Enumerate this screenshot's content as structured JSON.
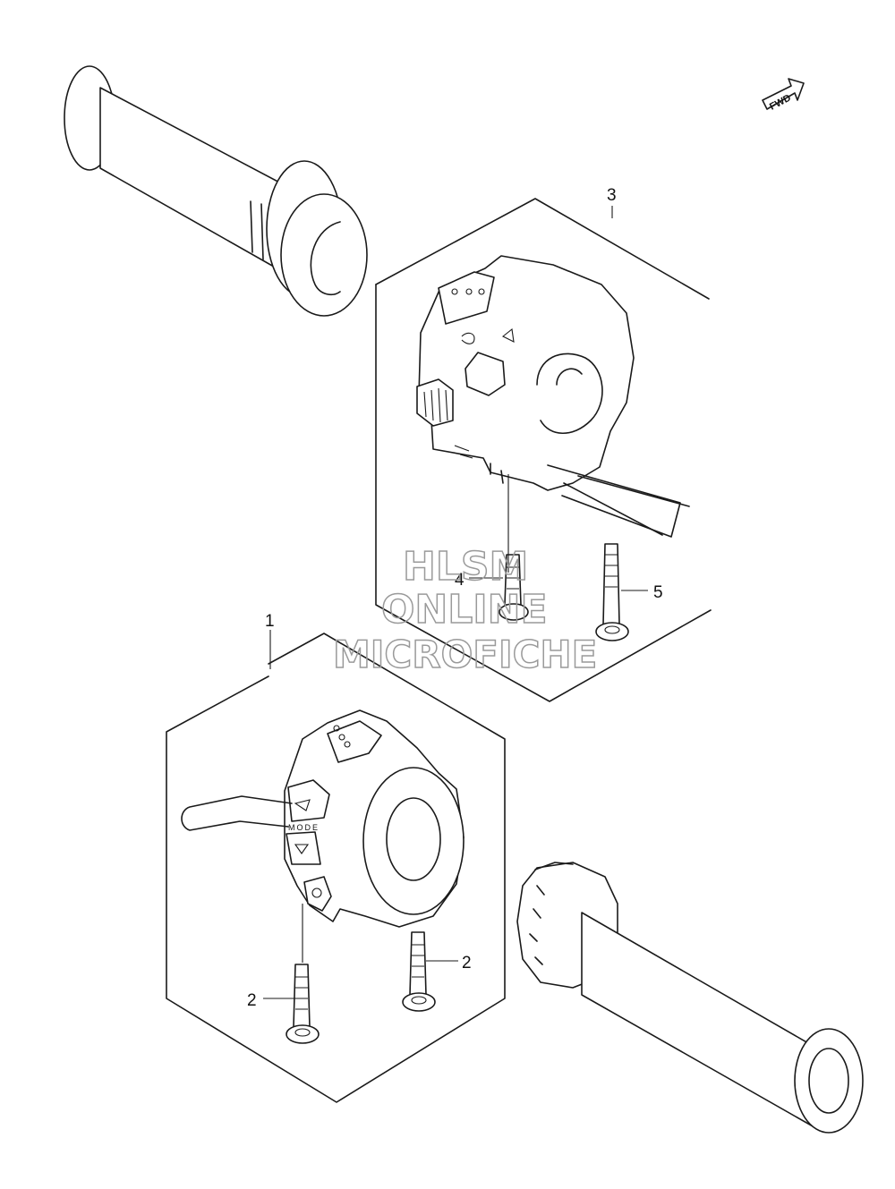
{
  "callouts": [
    {
      "id": "callout-1",
      "text": "1"
    },
    {
      "id": "callout-2a",
      "text": "2"
    },
    {
      "id": "callout-2b",
      "text": "2"
    },
    {
      "id": "callout-3",
      "text": "3"
    },
    {
      "id": "callout-4",
      "text": "4"
    },
    {
      "id": "callout-5",
      "text": "5"
    }
  ],
  "fwd_badge": "FWD",
  "watermark": {
    "line1": "HLSM",
    "line2": "ONLINE",
    "line3": "MICROFICHE"
  },
  "switch_markings": {
    "mode": "MODE"
  }
}
